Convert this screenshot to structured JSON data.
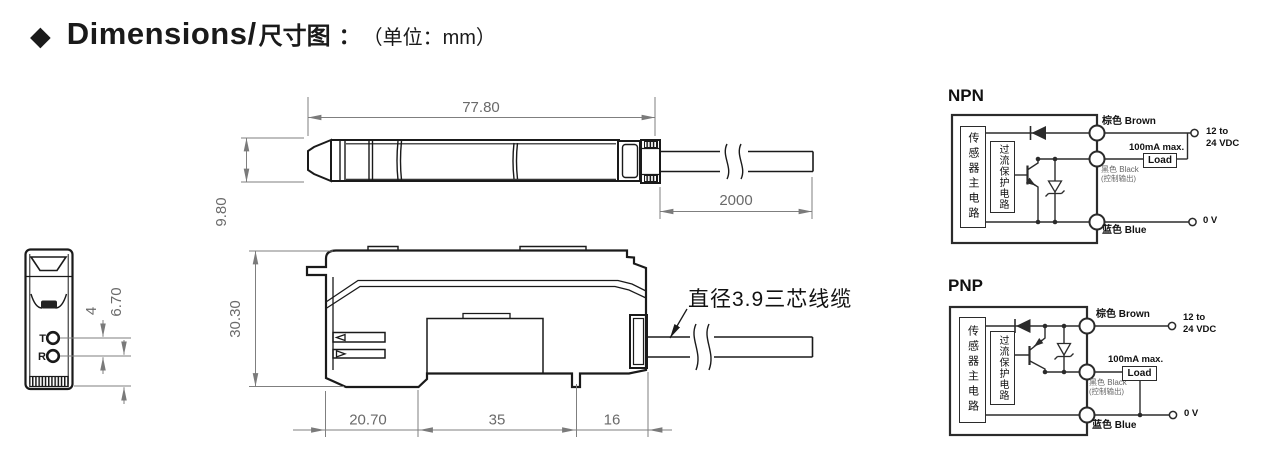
{
  "header": {
    "bullet": "◆",
    "title_en": "Dimensions/",
    "title_cn": "尺寸图",
    "colon": "：",
    "unit": "（单位：mm）"
  },
  "front_view": {
    "port_top_label": "T",
    "port_bottom_label": "R",
    "dim_port_pitch": "4",
    "dim_port_to_bottom": "6.70"
  },
  "top_view": {
    "dim_length": "77.80",
    "dim_height": "9.80",
    "dim_cable_length": "2000"
  },
  "side_view": {
    "dim_height": "30.30",
    "dim_front": "20.70",
    "dim_middle": "35",
    "dim_rear": "16",
    "cable_label": "直径3.9三芯线缆"
  },
  "circuits": [
    {
      "id": "npn",
      "title": "NPN",
      "sensor_block": "传感器主电路",
      "protection_block": "过流保护电路",
      "wire_brown": "棕色 Brown",
      "wire_black": "黑色 Black",
      "wire_black_note": "(控制输出)",
      "wire_blue": "蓝色 Blue",
      "supply_line1": "12 to",
      "supply_line2": "24 VDC",
      "load_rating": "100mA max.",
      "load_label": "Load",
      "ground_label": "0 V"
    },
    {
      "id": "pnp",
      "title": "PNP",
      "sensor_block": "传感器主电路",
      "protection_block": "过流保护电路",
      "wire_brown": "棕色 Brown",
      "wire_black": "黑色 Black",
      "wire_black_note": "(控制输出)",
      "wire_blue": "蓝色 Blue",
      "supply_line1": "12 to",
      "supply_line2": "24 VDC",
      "load_rating": "100mA max.",
      "load_label": "Load",
      "ground_label": "0 V"
    }
  ]
}
